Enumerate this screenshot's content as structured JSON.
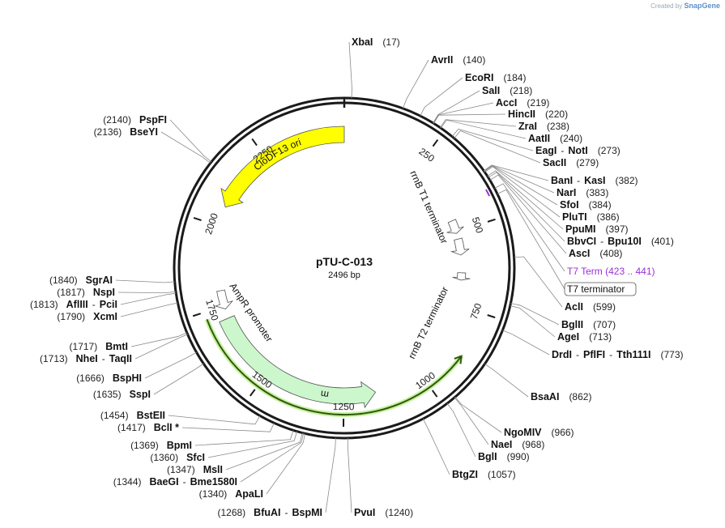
{
  "watermark": {
    "created_by": "Created by",
    "brand": "SnapGene"
  },
  "plasmid": {
    "name": "pTU-C-013",
    "size_label": "2496 bp",
    "length": 2496
  },
  "ticks": [
    "250",
    "500",
    "750",
    "1000",
    "1250",
    "1500",
    "1750",
    "2000",
    "2250"
  ],
  "features": [
    {
      "name": "ClоDF13 ori",
      "start": 2496,
      "end": 2060,
      "color": "#ffff00"
    },
    {
      "name": "AmpR promoter",
      "start": 1830,
      "end": 1720,
      "color": "#ffffff"
    },
    {
      "name": "SmR",
      "start": 1710,
      "end": 1150,
      "color": "#ccf7cc"
    },
    {
      "name": "rrnB T1 terminator",
      "start": 430,
      "end": 560,
      "color": "#ffffff"
    },
    {
      "name": "rrnB T2 terminator",
      "start": 640,
      "end": 690,
      "color": "#ffffff"
    },
    {
      "name": "T7 Term",
      "start": 423,
      "end": 441,
      "color": "#9b30d8"
    }
  ],
  "sites": [
    {
      "name": "XbaI",
      "pos": "(17)"
    },
    {
      "name": "AvrII",
      "pos": "(140)"
    },
    {
      "name": "EcoRI",
      "pos": "(184)"
    },
    {
      "name": "SalI",
      "pos": "(218)"
    },
    {
      "name": "AccI",
      "pos": "(219)"
    },
    {
      "name": "HincII",
      "pos": "(220)"
    },
    {
      "name": "ZraI",
      "pos": "(238)"
    },
    {
      "name": "AatII",
      "pos": "(240)"
    },
    {
      "name": "EagI",
      "sep": "-",
      "name2": "NotI",
      "pos": "(273)"
    },
    {
      "name": "SacII",
      "pos": "(279)"
    },
    {
      "name": "BanI",
      "sep": "-",
      "name2": "KasI",
      "pos": "(382)"
    },
    {
      "name": "NarI",
      "pos": "(383)"
    },
    {
      "name": "SfoI",
      "pos": "(384)"
    },
    {
      "name": "PluTI",
      "pos": "(386)"
    },
    {
      "name": "PpuMI",
      "pos": "(397)"
    },
    {
      "name": "BbvCI",
      "sep": "-",
      "name2": "Bpu10I",
      "pos": "(401)"
    },
    {
      "name": "AscI",
      "pos": "(408)"
    },
    {
      "name": "T7 Term",
      "pos": "(423 .. 441)"
    },
    {
      "name": "T7 terminator"
    },
    {
      "name": "AclI",
      "pos": "(599)"
    },
    {
      "name": "BglII",
      "pos": "(707)"
    },
    {
      "name": "AgeI",
      "pos": "(713)"
    },
    {
      "name": "DrdI",
      "sep": "-",
      "name2": "PflFI",
      "sep2": "-",
      "name3": "Tth111I",
      "pos": "(773)"
    },
    {
      "name": "BsaAI",
      "pos": "(862)"
    },
    {
      "name": "NgoMIV",
      "pos": "(966)"
    },
    {
      "name": "NaeI",
      "pos": "(968)"
    },
    {
      "name": "BglI",
      "pos": "(990)"
    },
    {
      "name": "BtgZI",
      "pos": "(1057)"
    },
    {
      "name": "PvuI",
      "pos": "(1240)"
    },
    {
      "name": "BfuAI",
      "sep": "-",
      "name2": "BspMI",
      "pos": "(1268)"
    },
    {
      "name": "ApaLI",
      "pos": "(1340)"
    },
    {
      "name": "BaeGI",
      "sep": "-",
      "name2": "Bme1580I",
      "pos": "(1344)"
    },
    {
      "name": "MslI",
      "pos": "(1347)"
    },
    {
      "name": "SfcI",
      "pos": "(1360)"
    },
    {
      "name": "BpmI",
      "pos": "(1369)"
    },
    {
      "name": "BclI *",
      "pos": "(1417)"
    },
    {
      "name": "BstEII",
      "pos": "(1454)"
    },
    {
      "name": "SspI",
      "pos": "(1635)"
    },
    {
      "name": "BspHI",
      "pos": "(1666)"
    },
    {
      "name": "NheI",
      "sep": "-",
      "name2": "TaqII",
      "pos": "(1713)"
    },
    {
      "name": "BmtI",
      "pos": "(1717)"
    },
    {
      "name": "XcmI",
      "pos": "(1790)"
    },
    {
      "name": "AflIII",
      "sep": "-",
      "name2": "PciI",
      "pos": "(1813)"
    },
    {
      "name": "NspI",
      "pos": "(1817)"
    },
    {
      "name": "SgrAI",
      "pos": "(1840)"
    },
    {
      "name": "BseYI",
      "pos": "(2136)"
    },
    {
      "name": "PspFI",
      "pos": "(2140)"
    }
  ]
}
